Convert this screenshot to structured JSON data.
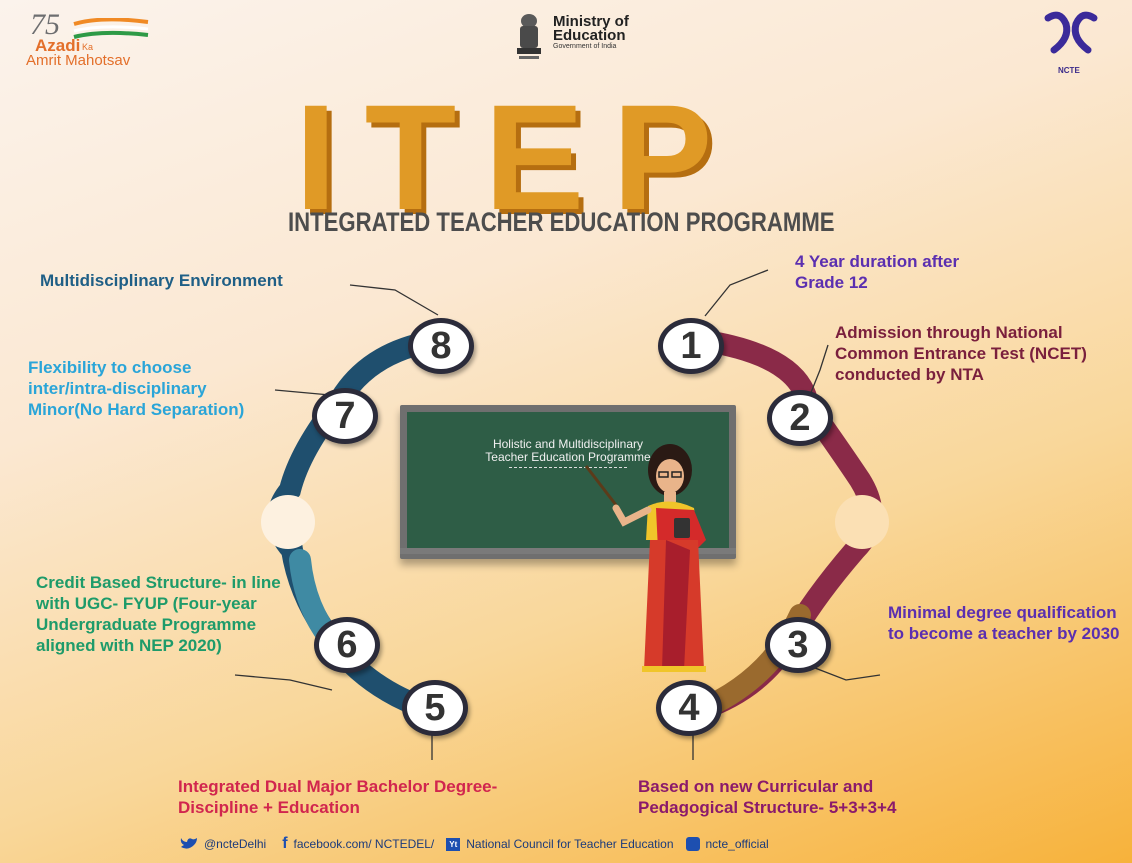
{
  "header": {
    "azadi_logo": {
      "number": "75",
      "line1": "Azadi",
      "ka": "Ka",
      "line2": "Amrit Mahotsav"
    },
    "ministry": {
      "line1": "Ministry of",
      "line2": "Education",
      "line3": "Government of India"
    },
    "ncte_logo": {
      "text": "NCTE"
    }
  },
  "title": {
    "main": "ITEP",
    "subtitle": "INTEGRATED TEACHER EDUCATION PROGRAMME"
  },
  "board": {
    "line1": "Holistic and Multidisciplinary",
    "line2": "Teacher Education Programme"
  },
  "points": [
    {
      "number": "1",
      "text": "4 Year duration after Grade 12",
      "color": "#5b2fb0"
    },
    {
      "number": "2",
      "text": "Admission through National Common Entrance Test (NCET) conducted by NTA",
      "color": "#7a1f3d"
    },
    {
      "number": "3",
      "text": "Minimal degree qualification to become a teacher by 2030",
      "color": "#5b2fb0"
    },
    {
      "number": "4",
      "text": "Based on new Curricular and Pedagogical Structure- 5+3+3+4",
      "color": "#8b1a6b"
    },
    {
      "number": "5",
      "text": "Integrated Dual Major Bachelor Degree- Discipline + Education",
      "color": "#d1264e"
    },
    {
      "number": "6",
      "text": "Credit Based Structure- in line with UGC- FYUP (Four-year Undergraduate Programme aligned with NEP 2020)",
      "color": "#1e9b6a"
    },
    {
      "number": "7",
      "text": "Flexibility to choose inter/intra-disciplinary Minor(No Hard Separation)",
      "color": "#2aa5d8"
    },
    {
      "number": "8",
      "text": "Multidisciplinary Environment",
      "color": "#1f5f86"
    }
  ],
  "footer": {
    "twitter": "@ncteDelhi",
    "facebook": "facebook.com/ NCTEDEL/",
    "youtube": "National Council for Teacher Education",
    "instagram": "ncte_official"
  }
}
